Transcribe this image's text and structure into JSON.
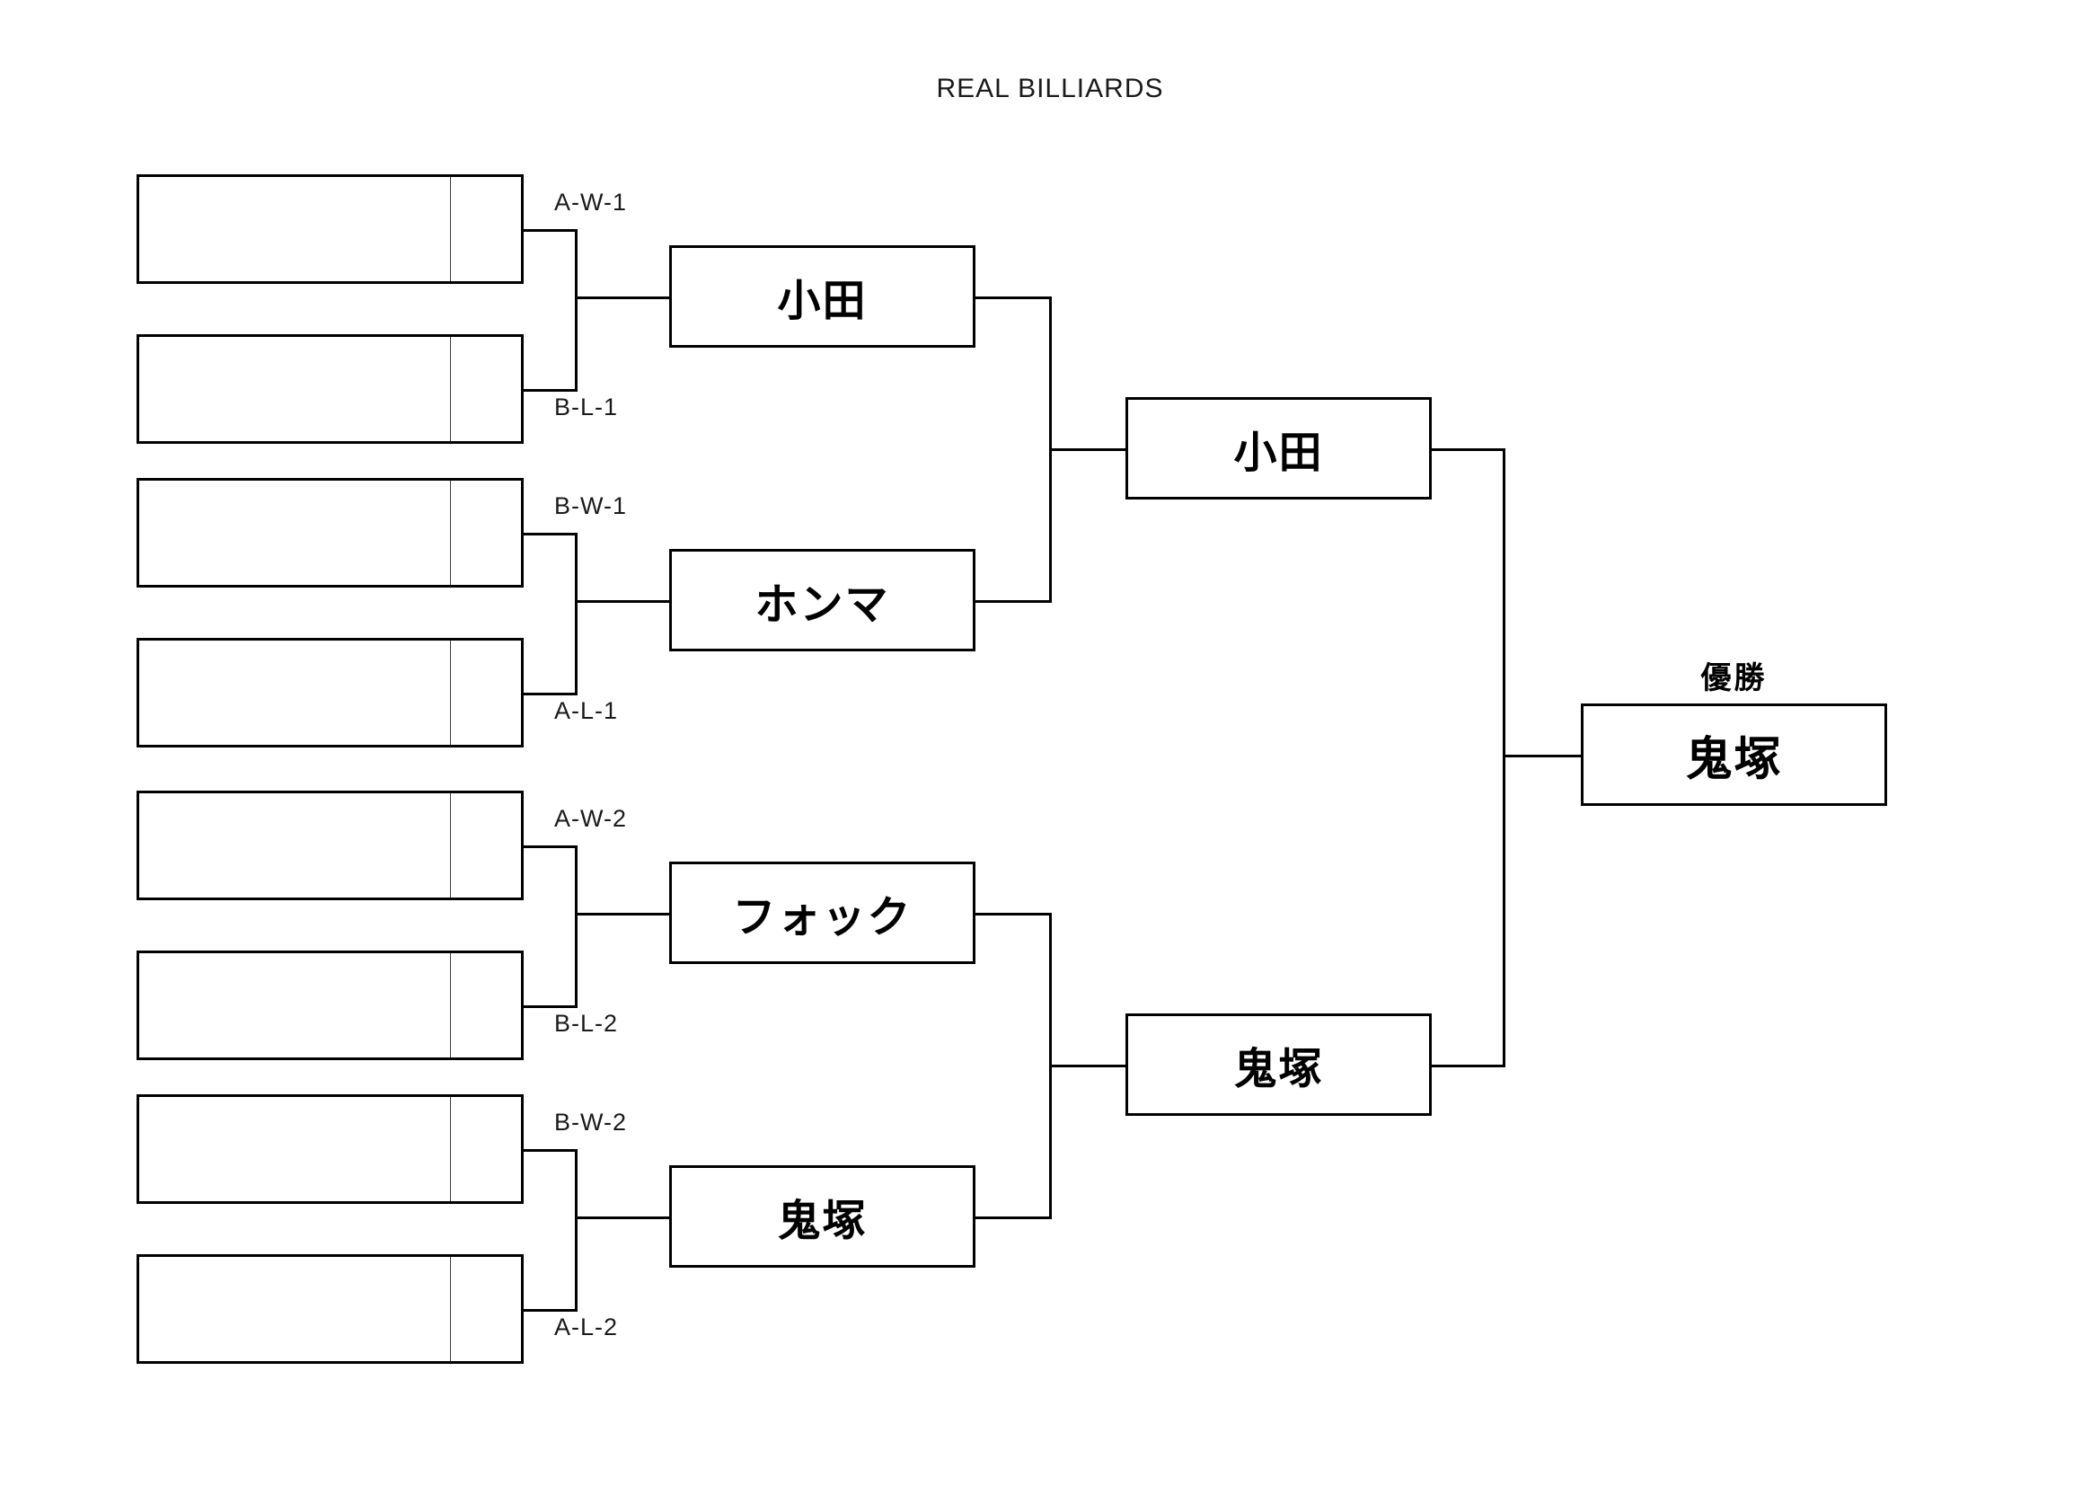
{
  "title": "REAL BILLIARDS",
  "champion_caption": "優勝",
  "seed_slots": [
    {
      "label": "A-W-1",
      "value": ""
    },
    {
      "label": "B-L-1",
      "value": ""
    },
    {
      "label": "B-W-1",
      "value": ""
    },
    {
      "label": "A-L-1",
      "value": ""
    },
    {
      "label": "A-W-2",
      "value": ""
    },
    {
      "label": "B-L-2",
      "value": ""
    },
    {
      "label": "B-W-2",
      "value": ""
    },
    {
      "label": "A-L-2",
      "value": ""
    }
  ],
  "round2": [
    {
      "name": "小田"
    },
    {
      "name": "ホンマ"
    },
    {
      "name": "フォック"
    },
    {
      "name": "鬼塚"
    }
  ],
  "round3": [
    {
      "name": "小田"
    },
    {
      "name": "鬼塚"
    }
  ],
  "champion": {
    "name": "鬼塚"
  },
  "colors": {
    "line": "#000000",
    "divider": "#3d3d3d",
    "background": "#ffffff",
    "text": "#000000"
  }
}
